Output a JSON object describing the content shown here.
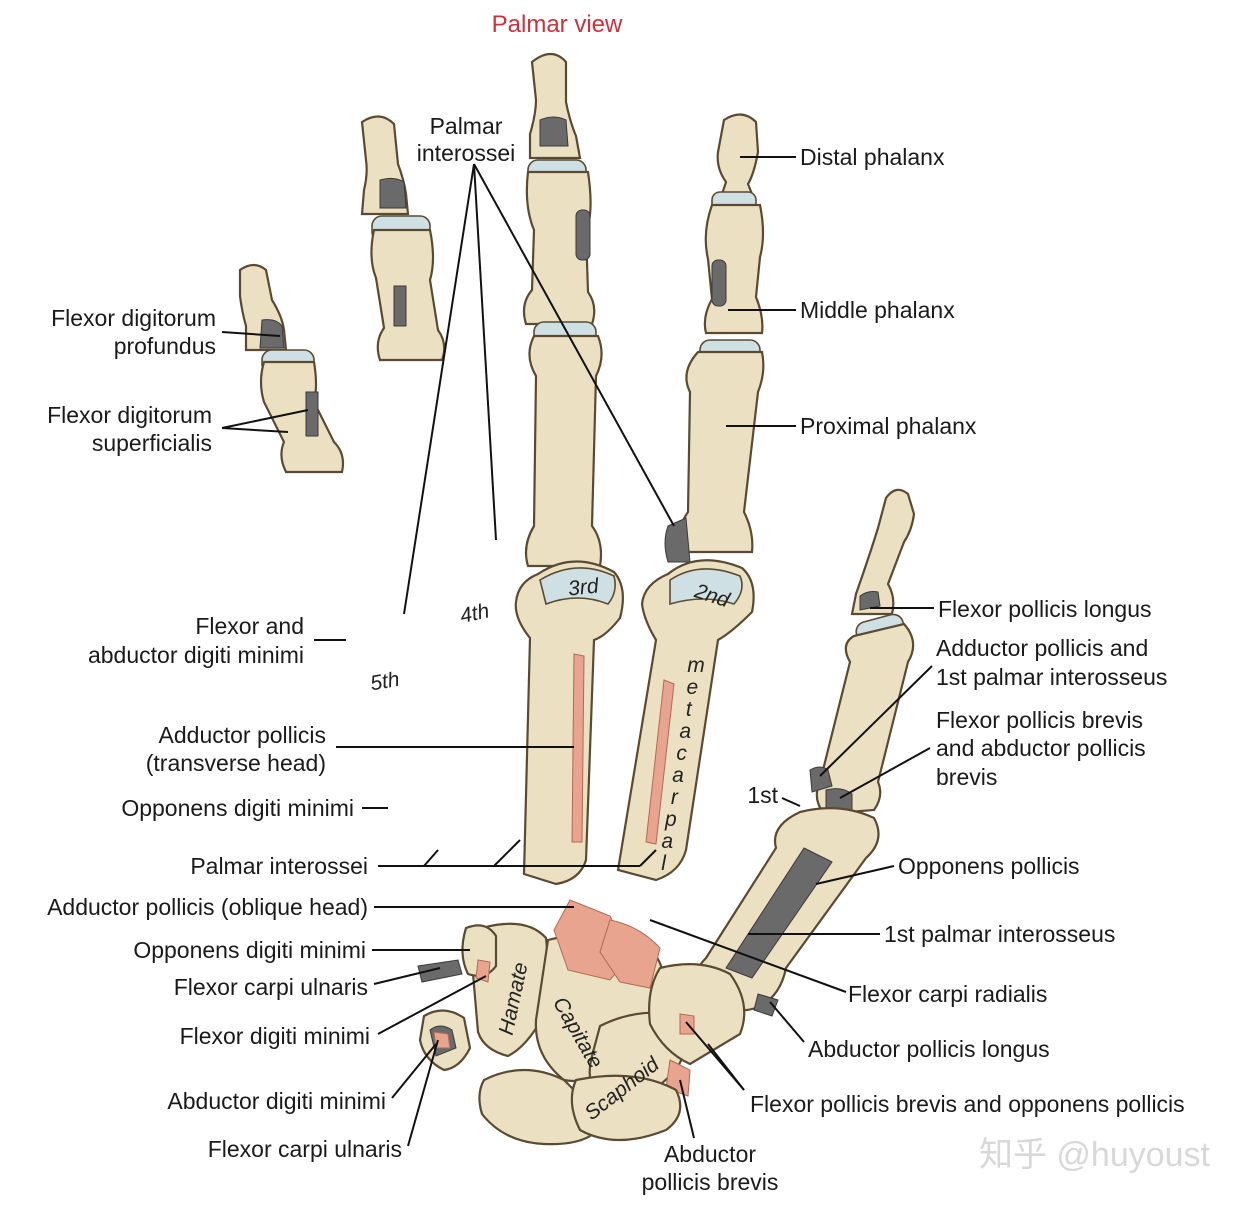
{
  "title": "Palmar view",
  "watermark": "知乎 @huyoust",
  "bone_labels": {
    "metacarpal_1": "1st",
    "metacarpal_2": "2nd",
    "metacarpal_3": "3rd",
    "metacarpal_4": "4th",
    "metacarpal_5": "5th",
    "metacarpal_word": [
      "m",
      "e",
      "t",
      "a",
      "c",
      "a",
      "r",
      "p",
      "a",
      "l"
    ],
    "hamate": "Hamate",
    "capitate": "Capitate",
    "scaphoid": "Scaphoid"
  },
  "labels": {
    "palmar_interossei_top": [
      "Palmar",
      "interossei"
    ],
    "distal_phalanx": "Distal phalanx",
    "middle_phalanx": "Middle phalanx",
    "proximal_phalanx": "Proximal phalanx",
    "fdp": [
      "Flexor digitorum",
      "profundus"
    ],
    "fds": [
      "Flexor digitorum",
      "superficialis"
    ],
    "flexor_abductor_dm": [
      "Flexor and",
      "abductor digiti minimi"
    ],
    "fpl": "Flexor pollicis longus",
    "adductor_pollicis_1st": [
      "Adductor pollicis and",
      "1st palmar interosseus"
    ],
    "fpb_apb": [
      "Flexor pollicis brevis",
      "and abductor pollicis",
      "brevis"
    ],
    "adductor_transverse": [
      "Adductor pollicis",
      "(transverse head)"
    ],
    "opponens_dm_1": "Opponens digiti minimi",
    "palmar_interossei_mid": "Palmar interossei",
    "opponens_pollicis": "Opponens pollicis",
    "adductor_oblique": "Adductor pollicis (oblique head)",
    "first_palmar_interosseus": "1st palmar interosseus",
    "opponens_dm_2": "Opponens digiti minimi",
    "fcu_1": "Flexor carpi ulnaris",
    "fcr": "Flexor carpi radialis",
    "flexor_dm": "Flexor digiti minimi",
    "apl": "Abductor pollicis longus",
    "abductor_dm": "Abductor digiti minimi",
    "fpb_op": "Flexor pollicis brevis and opponens pollicis",
    "fcu_2": "Flexor carpi ulnaris",
    "apb": [
      "Abductor",
      "pollicis brevis"
    ],
    "first": "1st"
  },
  "colors": {
    "title": "#d0303c",
    "bone": "#ece0c2",
    "cartilage": "#cfe0e4",
    "muscle_attachment_grey": "#6a6a6a",
    "muscle_attachment_pink": "#e8a48e"
  }
}
